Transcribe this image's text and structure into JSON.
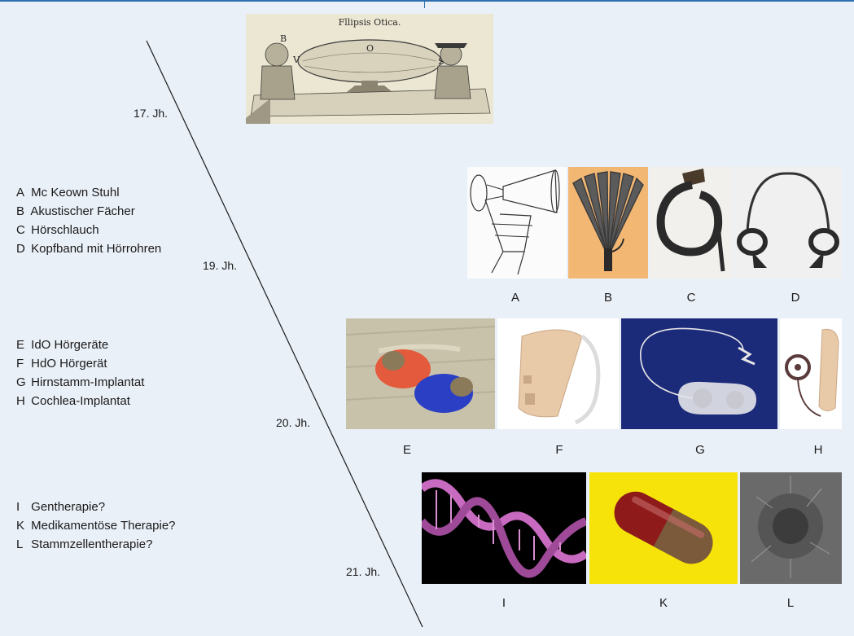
{
  "centuries": [
    "17. Jh.",
    "19. Jh.",
    "20. Jh.",
    "21. Jh."
  ],
  "engraving": {
    "title": "Fllipsis Otica.",
    "labels": [
      "B",
      "V",
      "O",
      "S"
    ]
  },
  "lists": {
    "c19": [
      {
        "letter": "A",
        "text": "Mc Keown Stuhl"
      },
      {
        "letter": "B",
        "text": "Akustischer Fächer"
      },
      {
        "letter": "C",
        "text": "Hörschlauch"
      },
      {
        "letter": "D",
        "text": "Kopfband mit Hörrohren"
      }
    ],
    "c20": [
      {
        "letter": "E",
        "text": "IdO Hörgeräte"
      },
      {
        "letter": "F",
        "text": "HdO Hörgerät"
      },
      {
        "letter": "G",
        "text": "Hirnstamm-Implantat"
      },
      {
        "letter": "H",
        "text": "Cochlea-Implantat"
      }
    ],
    "c21": [
      {
        "letter": "I",
        "text": "Gentherapie?"
      },
      {
        "letter": "K",
        "text": "Medikamentöse Therapie?"
      },
      {
        "letter": "L",
        "text": "Stammzellentherapie?"
      }
    ]
  },
  "captions": {
    "c19": [
      "A",
      "B",
      "C",
      "D"
    ],
    "c20": [
      "E",
      "F",
      "G",
      "H"
    ],
    "c21": [
      "I",
      "K",
      "L"
    ]
  },
  "colors": {
    "background": "#eaf0f8",
    "rule": "#2f6fb0",
    "fan_bg": "#f3b774",
    "hearing_aid_ido_red": "#e35a3c",
    "hearing_aid_ido_blue": "#2a3fc4",
    "implant_bg": "#1c2a7a",
    "dna_bg": "#000000",
    "dna_strand": "#c86bc0",
    "pill_bg": "#f5e30a",
    "pill_red": "#8e1a1a"
  }
}
